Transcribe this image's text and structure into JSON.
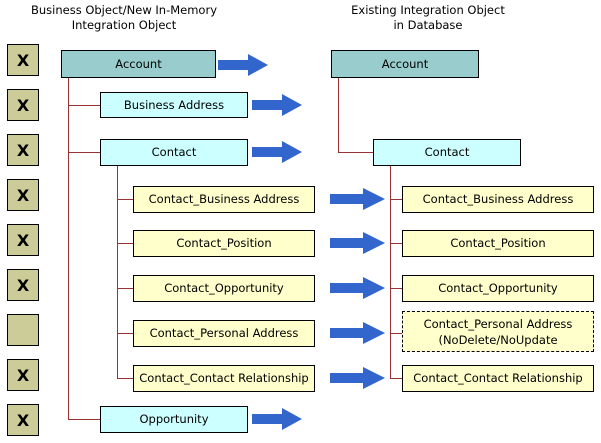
{
  "headings": {
    "left": "Business Object/New In-Memory\nIntegration Object",
    "right": "Existing Integration Object\nin Database"
  },
  "colors": {
    "teal_box": "#99CCCC",
    "cyan_box": "#CCFFFF",
    "yellow_box": "#FFFFCC",
    "flag_box": "#CCCC99",
    "connector_line": "#993333",
    "arrow": "#3366CC",
    "border": "#000000",
    "background": "#FFFFFF"
  },
  "flags": [
    {
      "label": "X"
    },
    {
      "label": "X"
    },
    {
      "label": "X"
    },
    {
      "label": "X"
    },
    {
      "label": "X"
    },
    {
      "label": "X"
    },
    {
      "label": ""
    },
    {
      "label": "X"
    }
  ],
  "left_column": {
    "nodes": [
      {
        "label": "Account",
        "style": "teal"
      },
      {
        "label": "Business Address",
        "style": "cyan"
      },
      {
        "label": "Contact",
        "style": "cyan"
      },
      {
        "label": "Contact_Business Address",
        "style": "yellow"
      },
      {
        "label": "Contact_Position",
        "style": "yellow"
      },
      {
        "label": "Contact_Opportunity",
        "style": "yellow"
      },
      {
        "label": "Contact_Personal Address",
        "style": "yellow"
      },
      {
        "label": "Contact_Contact Relationship",
        "style": "yellow"
      },
      {
        "label": "Opportunity",
        "style": "cyan"
      }
    ]
  },
  "right_column": {
    "nodes": [
      {
        "label": "Account",
        "style": "teal"
      },
      {
        "label": "Contact",
        "style": "cyan"
      },
      {
        "label": "Contact_Business Address",
        "style": "yellow"
      },
      {
        "label": "Contact_Position",
        "style": "yellow"
      },
      {
        "label": "Contact_Opportunity",
        "style": "yellow"
      },
      {
        "label": "Contact_Personal Address\n(NoDelete/NoUpdate",
        "style": "dashed"
      },
      {
        "label": "Contact_Contact Relationship",
        "style": "yellow"
      }
    ]
  },
  "arrows": {
    "count": 8,
    "direction": "right",
    "semantic": "maps-to-arrow"
  }
}
